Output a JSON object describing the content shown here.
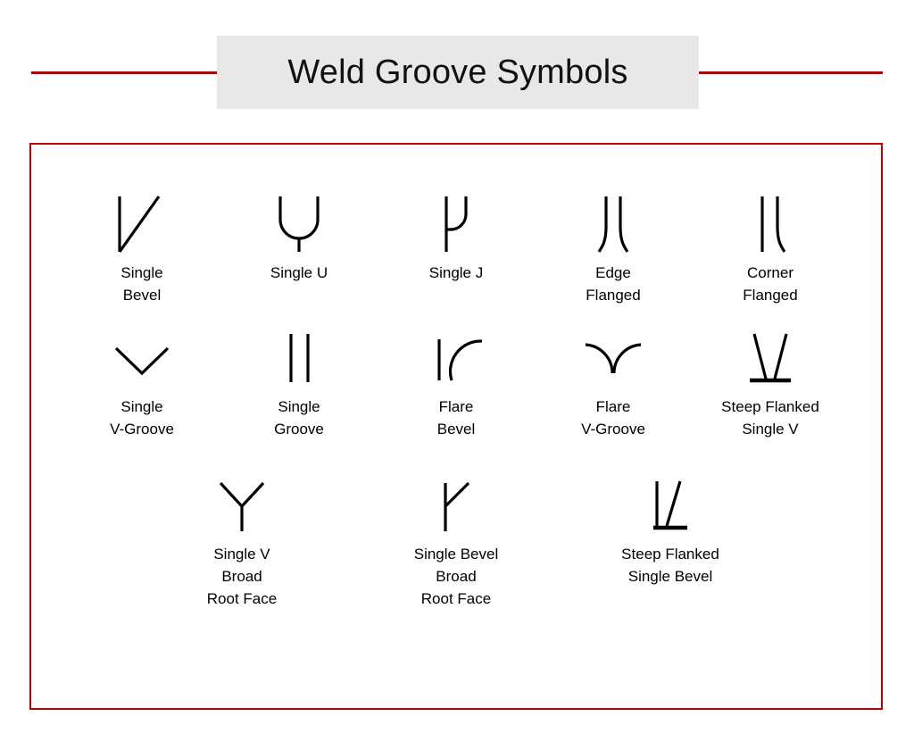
{
  "header": {
    "title": "Weld Groove Symbols",
    "plate_color": "#E8E8E8",
    "rule_color": "#C00000"
  },
  "panel": {
    "border_color": "#C00000",
    "background": "#FFFFFF",
    "symbol_color": "#000000"
  },
  "rows": [
    {
      "row_label": "row-1",
      "symbols": [
        {
          "name": "single-bevel",
          "label": "Single\nBevel",
          "icon": "single-bevel-symbol"
        },
        {
          "name": "single-u",
          "label": "Single U",
          "icon": "single-u-symbol"
        },
        {
          "name": "single-j",
          "label": "Single J",
          "icon": "single-j-symbol"
        },
        {
          "name": "edge-flanged",
          "label": "Edge\nFlanged",
          "icon": "edge-flanged-symbol"
        },
        {
          "name": "corner-flanged",
          "label": "Corner\nFlanged",
          "icon": "corner-flanged-symbol"
        }
      ]
    },
    {
      "row_label": "row-2",
      "symbols": [
        {
          "name": "single-v-groove",
          "label": "Single\nV-Groove",
          "icon": "single-v-groove-symbol"
        },
        {
          "name": "single-groove",
          "label": "Single\nGroove",
          "icon": "single-groove-symbol"
        },
        {
          "name": "flare-bevel",
          "label": "Flare\nBevel",
          "icon": "flare-bevel-symbol"
        },
        {
          "name": "flare-v-groove",
          "label": "Flare\nV-Groove",
          "icon": "flare-v-groove-symbol"
        },
        {
          "name": "steep-flanked-single-v",
          "label": "Steep Flanked\nSingle V",
          "icon": "steep-flanked-single-v-symbol"
        }
      ]
    },
    {
      "row_label": "row-3",
      "symbols": [
        {
          "name": "single-v-broad-root-face",
          "label": "Single V\nBroad\nRoot Face",
          "icon": "single-v-broad-root-face-symbol"
        },
        {
          "name": "single-bevel-broad-root-face",
          "label": "Single Bevel\nBroad\nRoot Face",
          "icon": "single-bevel-broad-root-face-symbol"
        },
        {
          "name": "steep-flanked-single-bevel",
          "label": "Steep Flanked\nSingle Bevel",
          "icon": "steep-flanked-single-bevel-symbol"
        }
      ]
    }
  ]
}
